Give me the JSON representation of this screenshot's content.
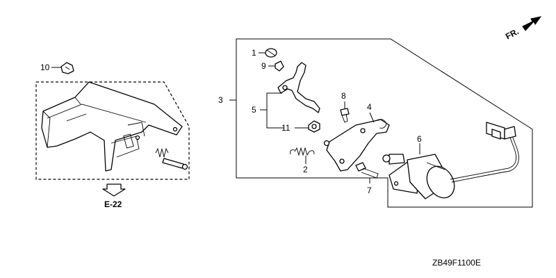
{
  "diagram_code": "ZB49F1100E",
  "direction": "FR.",
  "reference": "E-22",
  "callouts": [
    "1",
    "2",
    "3",
    "4",
    "5",
    "6",
    "7",
    "8",
    "9",
    "10",
    "11"
  ]
}
